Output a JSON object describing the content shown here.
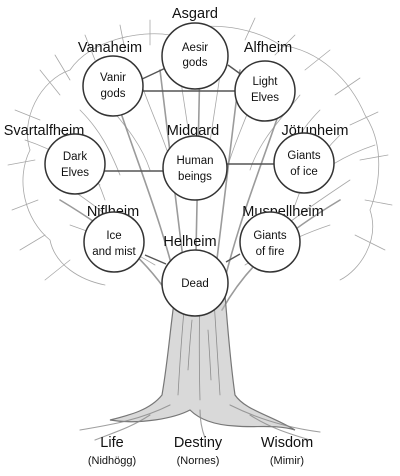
{
  "realms": {
    "asgard": "Asgard",
    "vanaheim": "Vanaheim",
    "alfheim": "Alfheim",
    "svartalfheim": "Svartalfheim",
    "midgard": "Midgard",
    "jotunheim": "Jötunheim",
    "niflheim": "Niflheim",
    "muspellheim": "Muspellheim",
    "helheim": "Helheim"
  },
  "inhabitants": {
    "asgard": [
      "Aesir",
      "gods"
    ],
    "vanaheim": [
      "Vanir",
      "gods"
    ],
    "alfheim": [
      "Light",
      "Elves"
    ],
    "svartalfheim": [
      "Dark",
      "Elves"
    ],
    "midgard": [
      "Human",
      "beings"
    ],
    "jotunheim": [
      "Giants",
      "of ice"
    ],
    "niflheim": [
      "Ice",
      "and mist"
    ],
    "muspellheim": [
      "Giants",
      "of fire"
    ],
    "helheim": [
      "Dead"
    ]
  },
  "roots": {
    "life": {
      "name": "Life",
      "source": "(Nidhögg)"
    },
    "destiny": {
      "name": "Destiny",
      "source": "(Nornes)"
    },
    "wisdom": {
      "name": "Wisdom",
      "source": "(Mimir)"
    }
  },
  "colors": {
    "node_fill": "#ffffff",
    "node_stroke": "#333333",
    "connector": "#555555",
    "tree_ink": "#8a8a8a",
    "trunk_shade": "#b9b9b9"
  }
}
